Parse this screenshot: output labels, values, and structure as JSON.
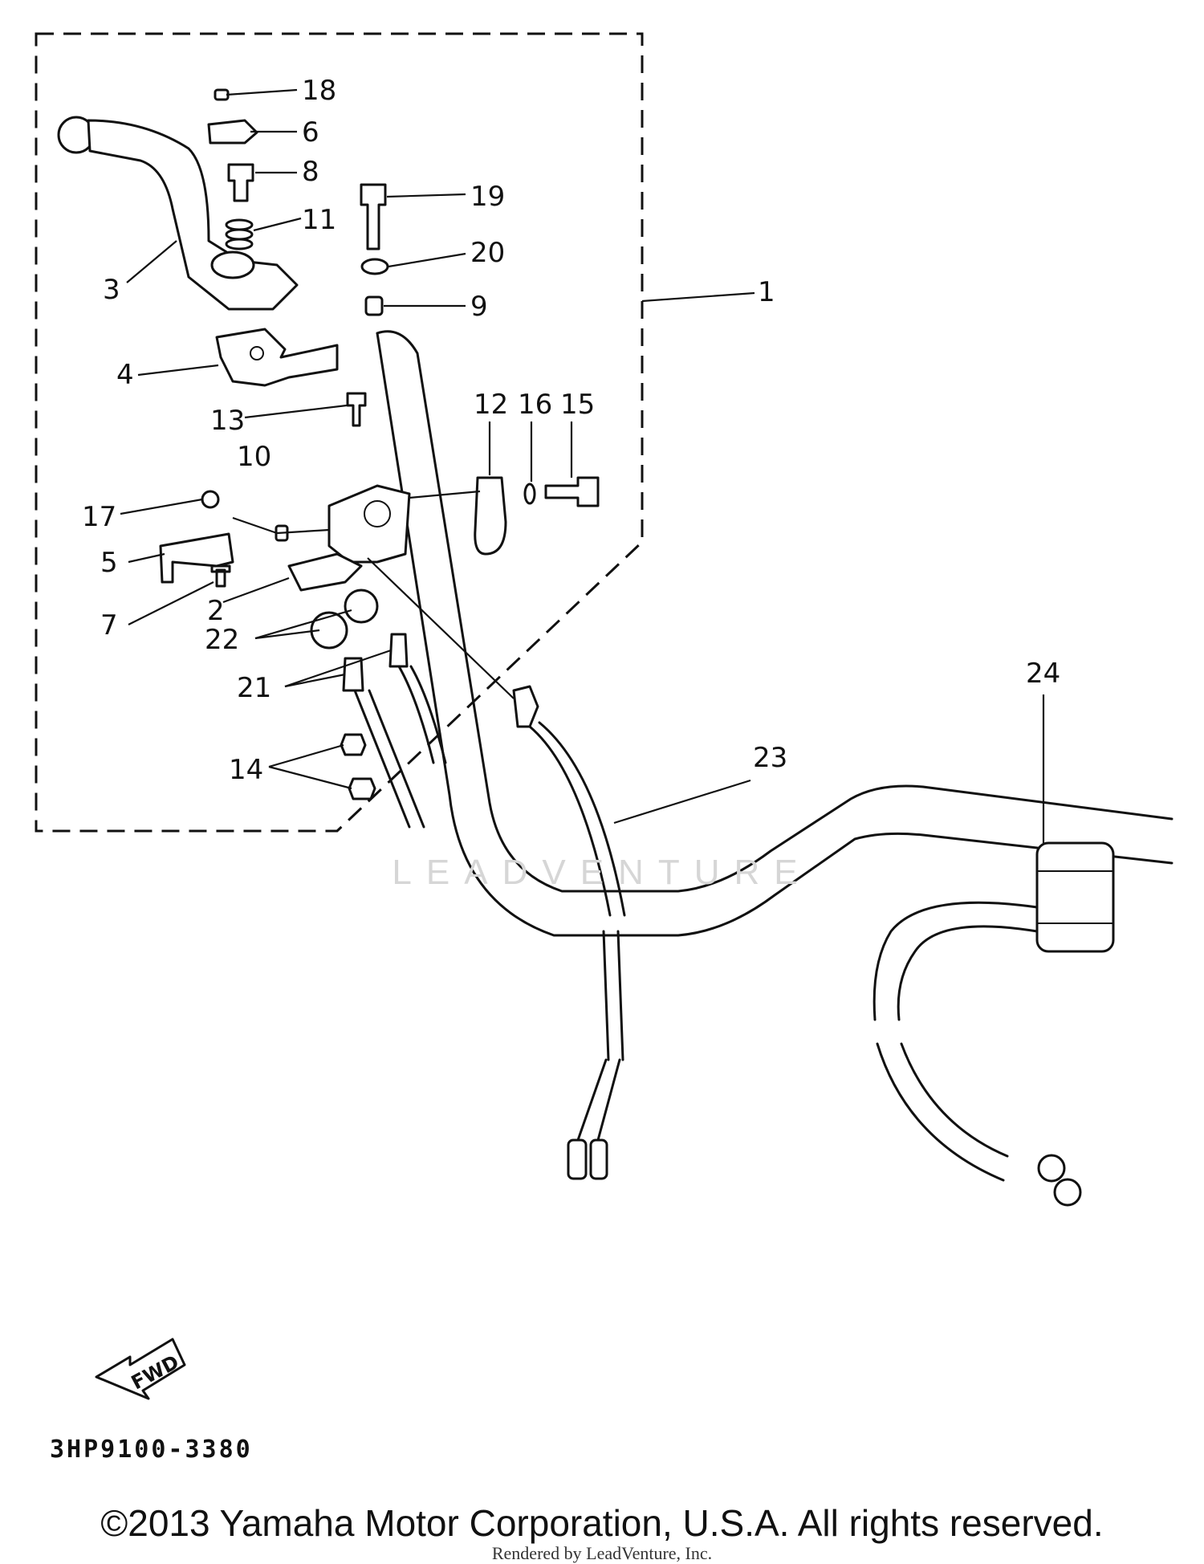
{
  "diagram": {
    "callouts": [
      "1",
      "2",
      "3",
      "4",
      "5",
      "6",
      "7",
      "8",
      "9",
      "10",
      "11",
      "12",
      "13",
      "14",
      "15",
      "16",
      "17",
      "18",
      "19",
      "20",
      "21",
      "22",
      "23",
      "24"
    ],
    "fwd_label": "FWD",
    "part_code": "3HP9100-3380"
  },
  "watermark": {
    "text": "LEADVENTURE"
  },
  "footer": {
    "copyright": "©2013 Yamaha Motor Corporation, U.S.A. All rights reserved.",
    "rendered_by": "Rendered by LeadVenture, Inc."
  }
}
